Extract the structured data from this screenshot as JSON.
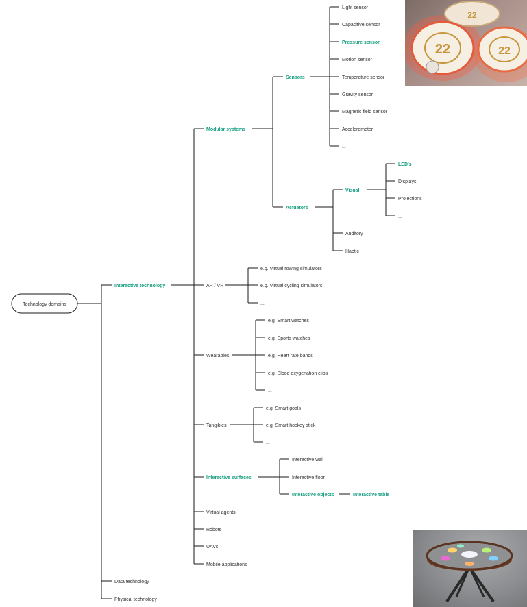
{
  "root": "Technology domains",
  "level1": {
    "interactive": "Interactive technology",
    "data": "Data technology",
    "physical": "Physical technology"
  },
  "level2": {
    "modular": "Modular systems",
    "arvr": "AR / VR",
    "wearables": "Wearables",
    "tangibles": "Tangibles",
    "surfaces": "Interactive surfaces",
    "agents": "Virtual agents",
    "robots": "Robots",
    "uavs": "UAVs",
    "mobile": "Mobile applications"
  },
  "modular": {
    "sensors": "Sensors",
    "actuators": "Actuators",
    "sensor_items": [
      "Light sensor",
      "Capacitive sensor",
      "Pressure sensor",
      "Motion sensor",
      "Temperature sensor",
      "Gravity sensor",
      "Magnetic field sensor",
      "Accelerometer",
      "..."
    ],
    "actuator_items": {
      "visual": "Visual",
      "auditory": "Auditory",
      "haptic": "Haptic"
    },
    "visual_items": [
      "LED's",
      "Displays",
      "Projections",
      "..."
    ]
  },
  "arvr_items": [
    "e.g. Virtual rowing simulators",
    "e.g. Virtual cycling simulators",
    "..."
  ],
  "wearable_items": [
    "e.g. Smart watches",
    "e.g. Sports watches",
    "e.g. Heart rate bands",
    "e.g. Blood oxygenation clips",
    "..."
  ],
  "tangible_items": [
    "e.g. Smart goals",
    "e.g. Smart hockey stick",
    "..."
  ],
  "surface_items": {
    "wall": "Interactive wall",
    "floor": "Interactive floor",
    "objects": "Interactive objects",
    "table": "Interactive table"
  },
  "token_text": "22",
  "colors": {
    "highlight": "#1aa083",
    "text": "#333333",
    "line": "#1a1a1a"
  }
}
